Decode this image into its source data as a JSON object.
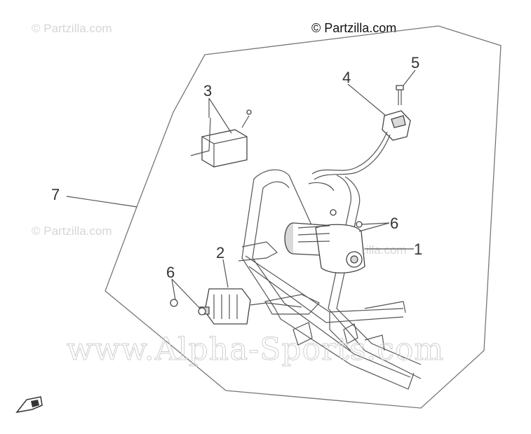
{
  "copyright": "© Partzilla.com",
  "watermark_small": "© Partzilla.com",
  "watermark_large": "www.Alpha-Sports.com",
  "callouts": [
    "1",
    "2",
    "3",
    "4",
    "5",
    "6",
    "7"
  ],
  "second_callout_6": "6"
}
